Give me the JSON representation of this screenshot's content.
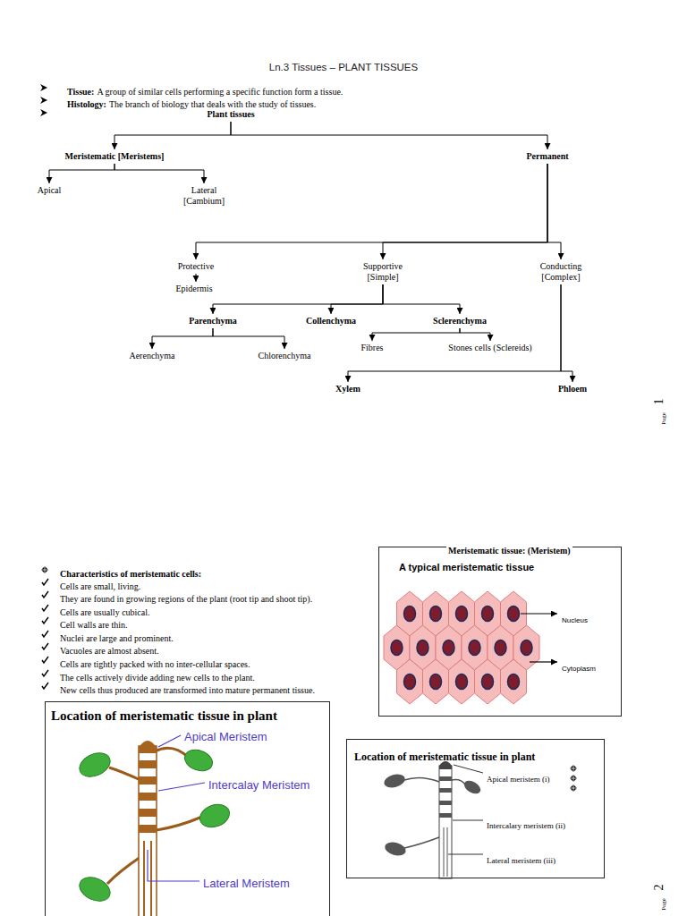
{
  "diagram": {
    "title": "Ln.3 Tissues – PLANT TISSUES",
    "nodes": [
      {
        "text": [
          "Plant tissues"
        ]
      },
      {
        "text": [
          "Meristematic [Meristems]"
        ]
      },
      {
        "text": [
          "Permanent"
        ]
      },
      {
        "text": [
          "Apical"
        ]
      },
      {
        "text": [
          "Lateral [Cambium]"
        ]
      },
      {
        "text": [
          "Protective"
        ]
      },
      {
        "text": [
          "Supportive [Simple]"
        ]
      },
      {
        "text": [
          "Conducting [Complex]"
        ]
      },
      {
        "text": [
          "Epidermis"
        ]
      },
      {
        "text": [
          "Parenchyma"
        ]
      },
      {
        "text": [
          "Collenchyma"
        ]
      },
      {
        "text": [
          "Sclerenchyma"
        ]
      },
      {
        "text": [
          "Aerenchyma"
        ]
      },
      {
        "text": [
          "Chlorenchyma"
        ]
      },
      {
        "text": [
          "Fibres"
        ]
      },
      {
        "text": [
          "Stones cells (Sclereids)"
        ]
      },
      {
        "text": [
          "Xylem"
        ]
      },
      {
        "text": [
          "Phloem"
        ]
      },
      {
        "text": [
          "Meristematic tissue: (Meristem)",
          "A typical meristematic tissue",
          "Nucleus",
          "Cytoplasm"
        ]
      },
      {
        "text": [
          "Location of meristematic tissue in plant",
          "Apical Meristem",
          "Intercalay Meristem",
          "Lateral Meristem"
        ]
      },
      {
        "text": [
          "Location of meristematic tissue in plant",
          "Apical meristem (i)",
          "Intercalary meristem (ii)",
          "Lateral meristem (iii)"
        ]
      }
    ],
    "edges": [
      {
        "from": 0,
        "to": 1,
        "arrow": "to"
      },
      {
        "from": 0,
        "to": 2,
        "arrow": "to"
      },
      {
        "from": 1,
        "to": 3,
        "arrow": "to"
      },
      {
        "from": 1,
        "to": 4,
        "arrow": "to"
      },
      {
        "from": 2,
        "to": 5,
        "arrow": "to"
      },
      {
        "from": 2,
        "to": 6,
        "arrow": "to"
      },
      {
        "from": 2,
        "to": 7,
        "arrow": "to"
      },
      {
        "from": 5,
        "to": 8,
        "arrow": "to"
      },
      {
        "from": 6,
        "to": 9,
        "arrow": "to"
      },
      {
        "from": 6,
        "to": 10,
        "arrow": "to"
      },
      {
        "from": 6,
        "to": 11,
        "arrow": "to"
      },
      {
        "from": 9,
        "to": 12,
        "arrow": "to"
      },
      {
        "from": 9,
        "to": 13,
        "arrow": "to"
      },
      {
        "from": 11,
        "to": 14,
        "arrow": "to"
      },
      {
        "from": 11,
        "to": 15,
        "arrow": "to"
      },
      {
        "from": 7,
        "to": 16,
        "arrow": "to"
      },
      {
        "from": 7,
        "to": 17,
        "arrow": "to"
      }
    ],
    "labels": [
      "Tissue:",
      "A group of similar cells performing a specific function form a tissue.",
      "Histology:",
      "The branch of biology that deals with the study of tissues.",
      "Characteristics of meristematic cells:",
      "Cells are small, living.",
      "They are found in growing regions of the plant (root tip and shoot tip).",
      "Cells are usually cubical.",
      "Cell walls are thin.",
      "Nuclei are large and prominent.",
      "Vacuoles are almost absent.",
      "Cells are tightly packed with no inter-cellular spaces.",
      "The cells actively divide adding new cells to the plant.",
      "New cells thus produced are transformed into mature permanent tissue.",
      "Page",
      "1",
      "Page",
      "2"
    ]
  }
}
